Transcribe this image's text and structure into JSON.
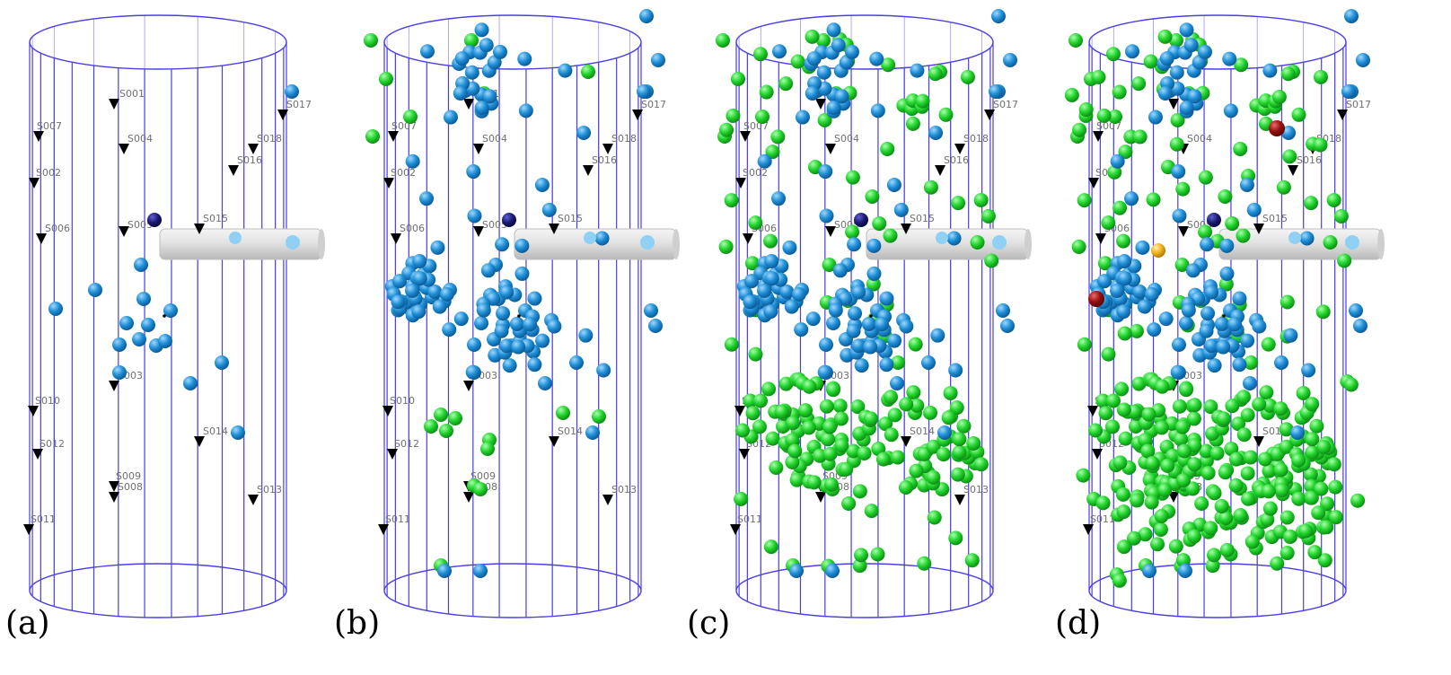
{
  "panels": [
    {
      "label": "(a)",
      "stage": 0
    },
    {
      "label": "(b)",
      "stage": 1
    },
    {
      "label": "(c)",
      "stage": 2
    },
    {
      "label": "(d)",
      "stage": 3
    }
  ],
  "sensors": [
    "S001",
    "S002",
    "S003",
    "S004",
    "S005",
    "S006",
    "S007",
    "S008",
    "S009",
    "S010",
    "S011",
    "S012",
    "S013",
    "S014",
    "S015",
    "S016",
    "S017",
    "S018"
  ],
  "colors": {
    "cylinder": "#4a3ee6",
    "event_blue": "#1f8fd6",
    "event_green": "#22d42c",
    "event_red": "#9a0f0f",
    "event_yellow": "#f2b21c",
    "center_marker": "#1a1870",
    "borehole": "#dcdcdc",
    "sensor": "#000000"
  }
}
